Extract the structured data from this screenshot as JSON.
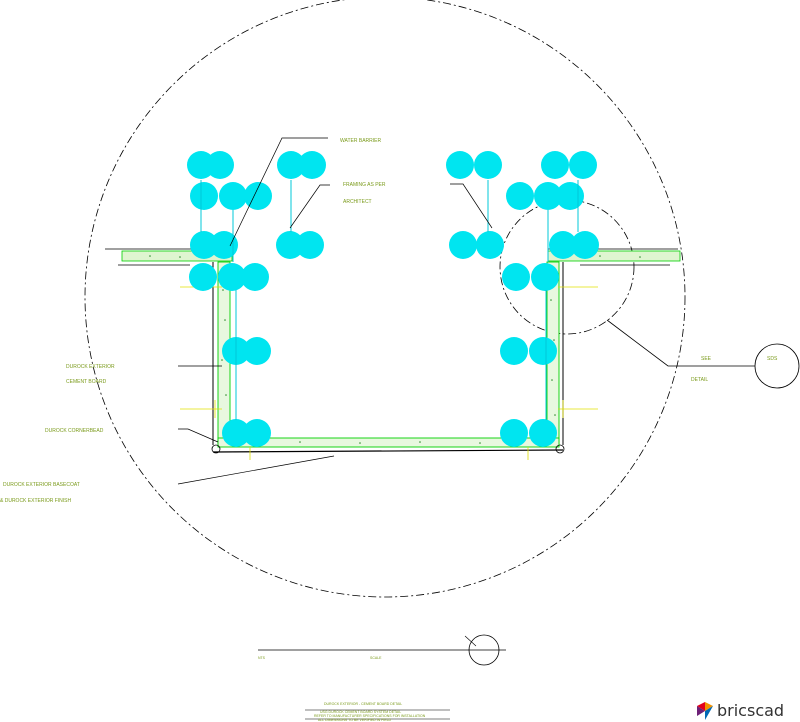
{
  "callouts": {
    "water_barrier": "WATER BARRIER",
    "framing_as_per": "FRAMING AS PER",
    "architect": "ARCHITECT",
    "durock_exterior": "DUROCK EXTERIOR",
    "cement_board": "CEMENT BOARD",
    "durock_cornerbead": "DUROCK CORNERBEAD",
    "durock_basecoat": "DUROCK EXTERIOR BASECOAT",
    "durock_finish": "& DUROCK EXTERIOR FINISH"
  },
  "detail_ref": {
    "see": "SEE",
    "detail": "DETAIL",
    "bubble": "SDS"
  },
  "title_block": {
    "scale_left": "NTS",
    "scale_right": "SCALE",
    "notes": [
      "DUROCK EXTERIOR - CEMENT BOARD DETAIL",
      "USG DUROCK CEMENT BOARD SYSTEM DETAIL",
      "REFER TO MANUFACTURER SPECIFICATIONS FOR INSTALLATION",
      "ALL DIMENSIONS TO BE VERIFIED IN FIELD"
    ]
  },
  "brand": {
    "name": "bricscad",
    "logo_colors": [
      "#e2001a",
      "#f39200",
      "#6d2077",
      "#0069b4"
    ]
  },
  "colors": {
    "outline": "#000000",
    "board": "#00e000",
    "hatch": "#2a8a2a",
    "cloud": "#00e5f0",
    "text": "#7a9a1a",
    "fastener": "#f0f000"
  }
}
